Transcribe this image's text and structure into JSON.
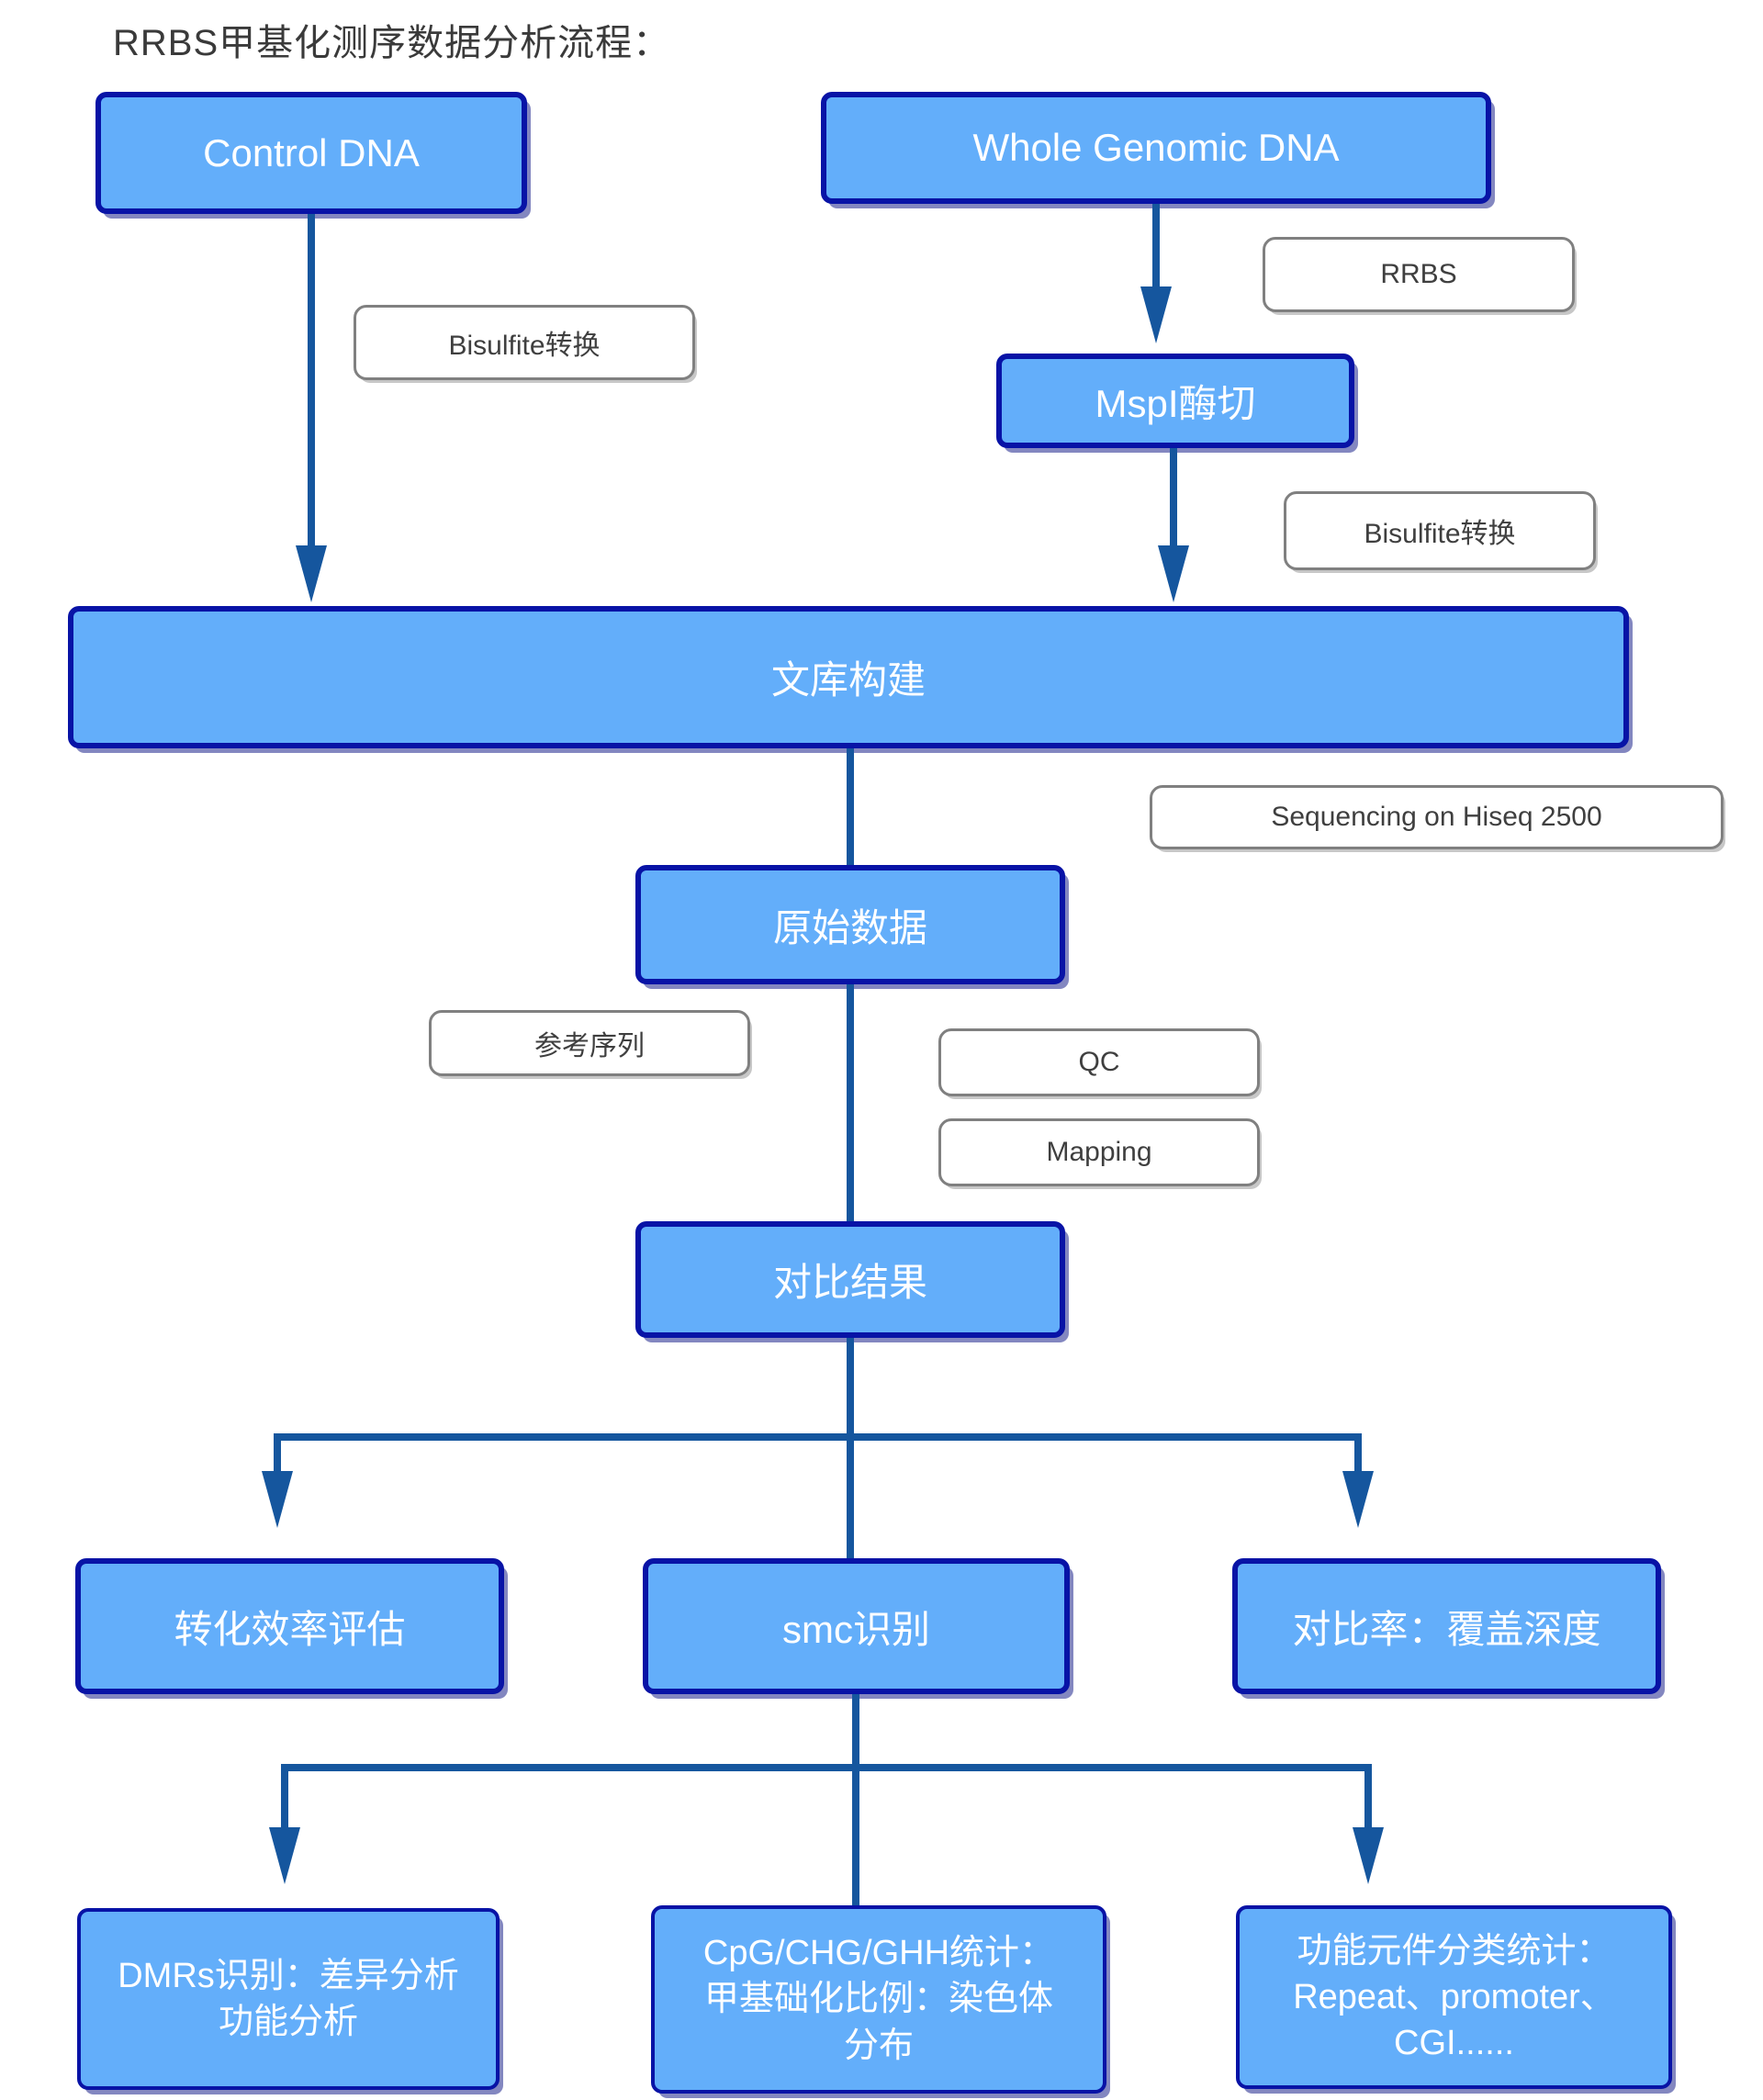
{
  "title": "RRBS甲基化测序数据分析流程：",
  "colors": {
    "node_fill": "#63AEFA",
    "node_border": "#0813A6",
    "connector": "#15569E",
    "label_border": "#808080",
    "label_text": "#3F3F3F",
    "node_text": "#FFFFFF",
    "title_text": "#3A3A3A"
  },
  "nodes": {
    "control_dna": {
      "label": "Control DNA"
    },
    "whole_genomic_dna": {
      "label": "Whole Genomic DNA"
    },
    "mspi_digestion": {
      "label": "MspI酶切"
    },
    "library_construction": {
      "label": "文库构建"
    },
    "raw_data": {
      "label": "原始数据"
    },
    "alignment_result": {
      "label": "对比结果"
    },
    "conversion_efficiency": {
      "label": "转化效率评估"
    },
    "smc_identification": {
      "label": "smc识别"
    },
    "mapping_rate_depth": {
      "label": "对比率：覆盖深度"
    },
    "dmrs": {
      "lines": [
        "DMRs识别：差异分析",
        "功能分析"
      ]
    },
    "cpg_stats": {
      "lines": [
        "CpG/CHG/GHH统计：",
        "甲基础化比例：染色体",
        "分布"
      ]
    },
    "functional_elements": {
      "lines": [
        "功能元件分类统计：",
        "Repeat、promoter、",
        "CGI......"
      ]
    }
  },
  "step_labels": {
    "bisulfite_left": "Bisulfite转换",
    "rrbs": "RRBS",
    "bisulfite_right": "Bisulfite转换",
    "sequencing": "Sequencing on Hiseq 2500",
    "reference": "参考序列",
    "qc": "QC",
    "mapping": "Mapping"
  }
}
